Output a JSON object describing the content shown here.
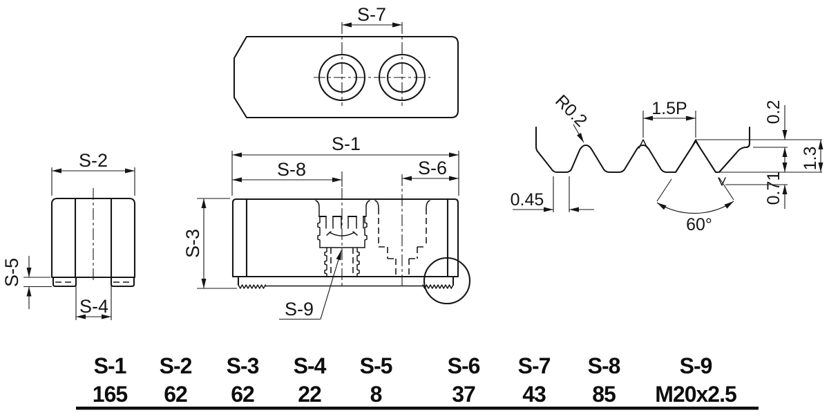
{
  "views": {
    "top": {
      "s7": "S-7"
    },
    "side": {
      "s2": "S-2",
      "s4": "S-4",
      "s5": "S-5"
    },
    "front": {
      "s1": "S-1",
      "s3": "S-3",
      "s6": "S-6",
      "s8": "S-8",
      "s9": "S-9"
    },
    "thread": {
      "radius": "R0.2",
      "pitch": "1.5P",
      "crest": "0.2",
      "depth": "1.3",
      "root": "0.71",
      "flat": "0.45",
      "angle": "60°"
    }
  },
  "table": {
    "columns": [
      {
        "name": "S-1",
        "value": "165"
      },
      {
        "name": "S-2",
        "value": "62"
      },
      {
        "name": "S-3",
        "value": "62"
      },
      {
        "name": "S-4",
        "value": "22"
      },
      {
        "name": "S-5",
        "value": "8"
      },
      {
        "name": "S-6",
        "value": "37"
      },
      {
        "name": "S-7",
        "value": "43"
      },
      {
        "name": "S-8",
        "value": "85"
      },
      {
        "name": "S-9",
        "value": "M20x2.5"
      }
    ]
  },
  "colors": {
    "line": "#151515",
    "background": "#ffffff"
  }
}
